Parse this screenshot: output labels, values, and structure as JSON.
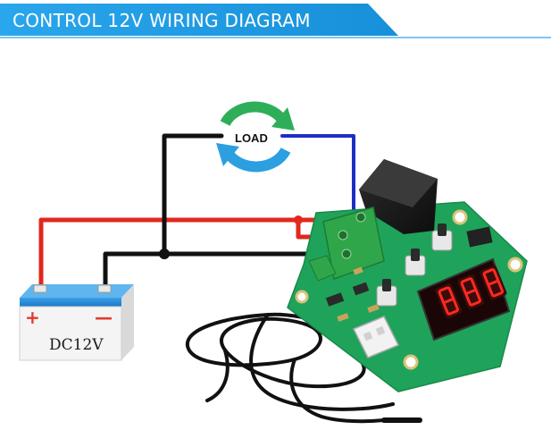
{
  "header": {
    "title": "CONTROL 12V WIRING DIAGRAM",
    "colors": {
      "banner": "#1fa0e6",
      "rule": "#1fa0e6"
    }
  },
  "load": {
    "label": "LOAD",
    "icon": "cycle-arrows-icon",
    "colors": {
      "arrow_top": "#2fae5a",
      "arrow_bottom": "#2c9fe0"
    }
  },
  "battery": {
    "label": "DC12V",
    "positive_symbol": "+",
    "negative_symbol": "—"
  },
  "wires": {
    "colors": {
      "positive": "#e1281e",
      "negative": "#111111",
      "load_return": "#1c2fc4"
    }
  },
  "board": {
    "name": "thermostat-control-board",
    "colors": {
      "pcb": "#1fa35a",
      "terminal": "#2fa64a",
      "relay": "#1b1b1b"
    }
  },
  "probe": {
    "name": "temperature-sensor-probe"
  }
}
